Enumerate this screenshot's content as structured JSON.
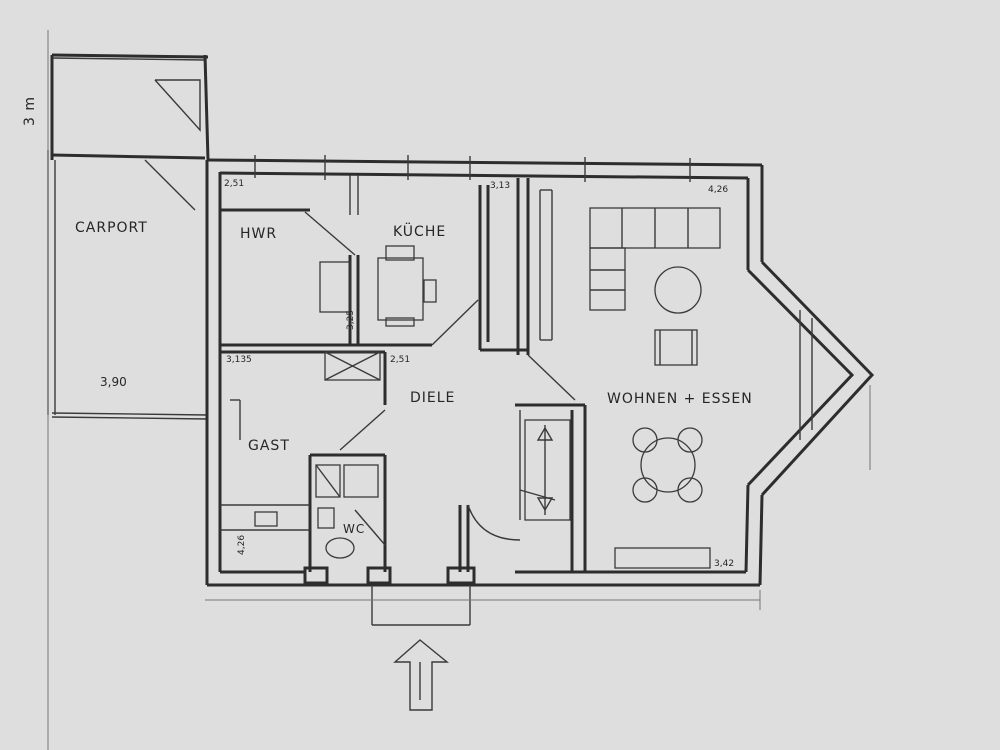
{
  "plan": {
    "rooms": {
      "carport": "CARPORT",
      "hwr": "HWR",
      "kueche": "KÜCHE",
      "diele": "DIELE",
      "gast": "GAST",
      "wc": "WC",
      "wohnen": "WOHNEN + ESSEN"
    },
    "dimensions": {
      "d_251_top": "2,51",
      "d_313": "3,13",
      "d_426_top": "4,26",
      "d_325": "3,25",
      "d_3135": "3,135",
      "d_251_mid": "2,51",
      "d_426_left": "4,26",
      "d_342": "3,42",
      "d_3m": "3 m",
      "d_390": "3,90"
    }
  }
}
